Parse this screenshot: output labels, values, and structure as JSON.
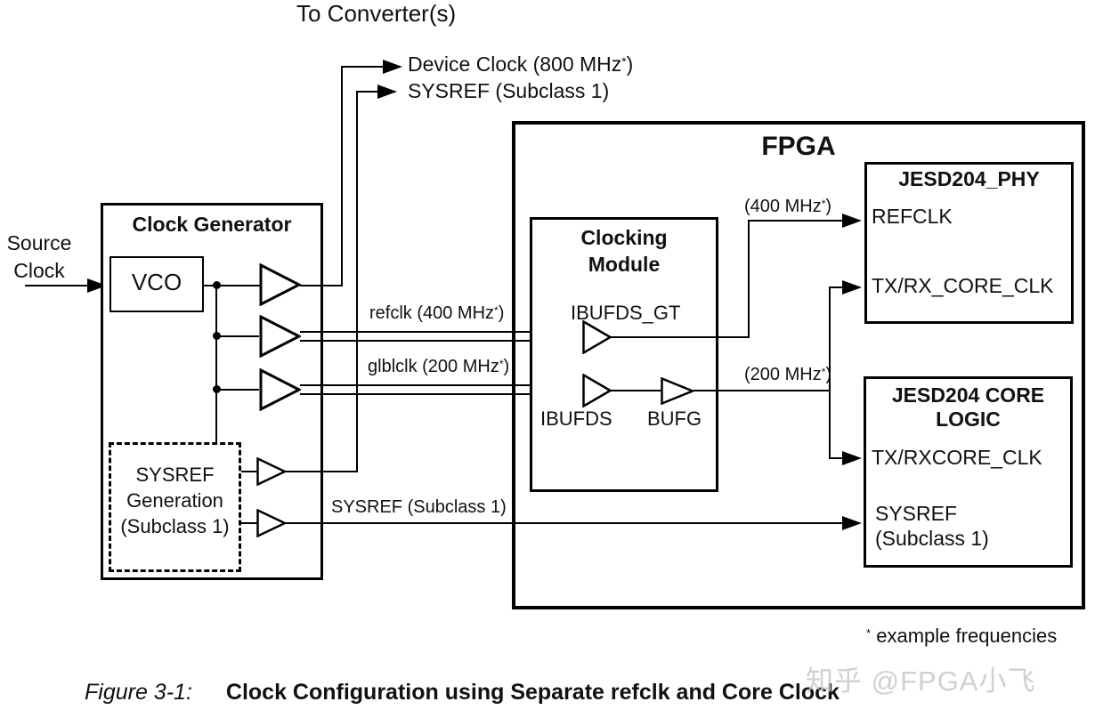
{
  "colors": {
    "line": "#000000",
    "background": "#ffffff",
    "watermark": "#c8c8c8"
  },
  "top_labels": {
    "to_converters": "To Converter(s)",
    "device_clock_pre": "Device Clock (800 MHz",
    "device_clock_sup": "*",
    "device_clock_post": ")",
    "sysref": "SYSREF (Subclass 1)"
  },
  "source_clock": {
    "line1": "Source",
    "line2": "Clock"
  },
  "clock_generator": {
    "title": "Clock Generator",
    "vco": "VCO",
    "sysref_gen_line1": "SYSREF",
    "sysref_gen_line2": "Generation",
    "sysref_gen_line3": "(Subclass 1)"
  },
  "wire_labels": {
    "refclk_pre": "refclk (400 MHz",
    "refclk_sup": "*",
    "refclk_post": ")",
    "glblclk_pre": "glblclk (200 MHz",
    "glblclk_sup": "*",
    "glblclk_post": ")",
    "sysref": "SYSREF (Subclass 1)",
    "mhz400_pre": "(400 MHz",
    "mhz400_sup": "*",
    "mhz400_post": ")",
    "mhz200_pre": "(200 MHz",
    "mhz200_sup": "*",
    "mhz200_post": ")"
  },
  "fpga": {
    "title": "FPGA",
    "clocking_module_line1": "Clocking",
    "clocking_module_line2": "Module",
    "ibufds_gt": "IBUFDS_GT",
    "ibufds": "IBUFDS",
    "bufg": "BUFG",
    "phy_title": "JESD204_PHY",
    "phy_port1": "REFCLK",
    "phy_port2": "TX/RX_CORE_CLK",
    "core_title_line1": "JESD204 CORE",
    "core_title_line2": "LOGIC",
    "core_port1": "TX/RXCORE_CLK",
    "core_port2_line1": "SYSREF",
    "core_port2_line2": "(Subclass 1)"
  },
  "footnote": {
    "sup": "*",
    "text": " example frequencies"
  },
  "caption": {
    "figure_label": "Figure 3-1:",
    "title": "Clock Configuration using Separate refclk and Core Clock"
  },
  "watermark": "知乎 @FPGA小飞"
}
